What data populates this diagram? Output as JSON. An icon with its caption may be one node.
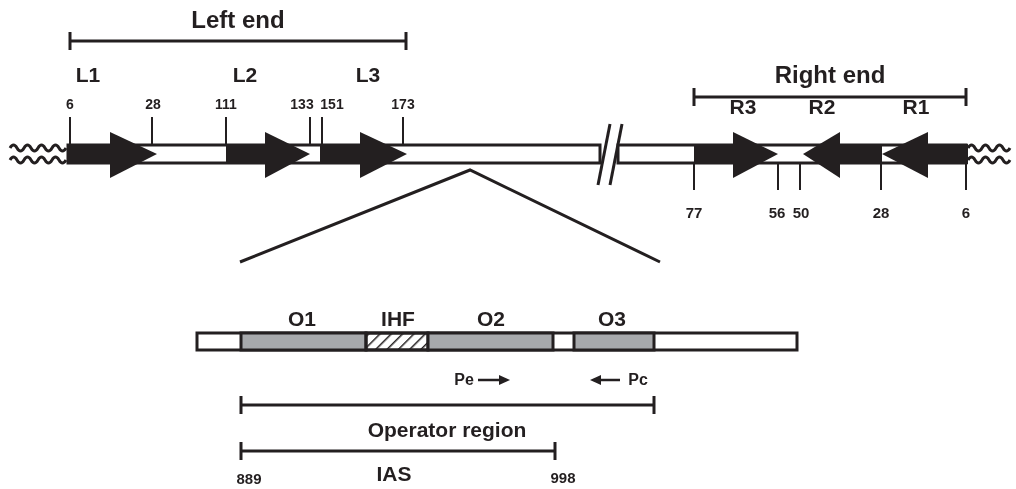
{
  "diagram": {
    "labels": [
      "Left end",
      "L1",
      "L2",
      "L3",
      "Right end",
      "6",
      "28",
      "111",
      "133",
      "151",
      "173",
      "R3",
      "R2",
      "R1",
      "77",
      "56",
      "50",
      "28",
      "6",
      "O1",
      "IHF",
      "O2",
      "O3",
      "Pe",
      "Pc",
      "Operator region",
      "889",
      "IAS",
      "998"
    ]
  }
}
